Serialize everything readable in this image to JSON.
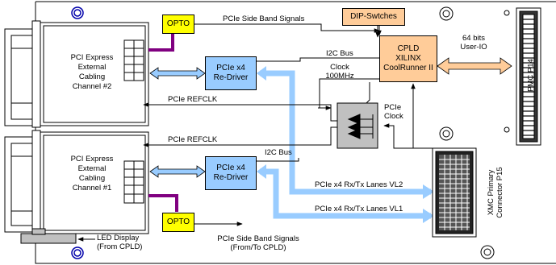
{
  "channel2": {
    "line1": "PCI Express",
    "line2": "External",
    "line3": "Cabling",
    "line4": "Channel #2"
  },
  "channel1": {
    "line1": "PCI Express",
    "line2": "External",
    "line3": "Cabling",
    "line4": "Channel #1"
  },
  "opto_top": "OPTO",
  "opto_bottom": "OPTO",
  "redriver_top": {
    "line1": "PCIe x4",
    "line2": "Re-Driver"
  },
  "redriver_bottom": {
    "line1": "PCIe x4",
    "line2": "Re-Driver"
  },
  "dip": "DIP-Swtches",
  "cpld": {
    "line1": "CPLD",
    "line2": "XILINX",
    "line3": "CoolRunner II"
  },
  "pmc": "PMC P14",
  "user_io": {
    "line1": "64 bits",
    "line2": "User-IO"
  },
  "xmc": {
    "line1": "XMC Primary",
    "line2": "Connector P15"
  },
  "labels": {
    "sideband_top": "PCIe Side Band Signals",
    "i2c_top": "I2C Bus",
    "clock_line1": "Clock",
    "clock_line2": "100MHz",
    "refclk_top": "PCIe REFCLK",
    "refclk_bottom": "PCIe REFCLK",
    "pcie_clock_line1": "PCIe",
    "pcie_clock_line2": "Clock",
    "i2c_bottom": "I2C Bus",
    "lanes_vl2": "PCIe x4 Rx/Tx Lanes VL2",
    "lanes_vl1": "PCIe x4 Rx/Tx Lanes VL1",
    "led_line1": "LED Display",
    "led_line2": "(From CPLD)",
    "sideband_bottom_line1": "PCIe Side Band Signals",
    "sideband_bottom_line2": "(From/To CPLD)"
  },
  "colors": {
    "opto": "#ffff00",
    "redriver": "#99ccff",
    "cpld": "#ffcc99",
    "dip": "#ffcc99",
    "purple": "#800080",
    "lanes": "#99ccff",
    "clock_buffer": "#c0c0c0"
  }
}
